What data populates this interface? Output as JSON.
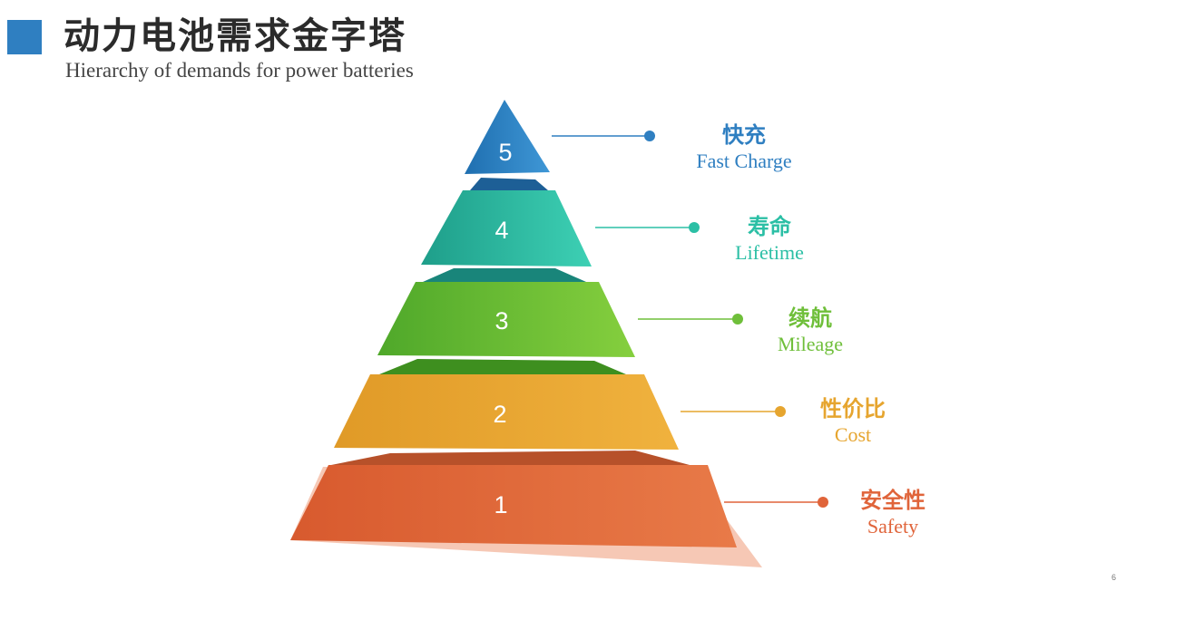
{
  "header": {
    "title": "动力电池需求金字塔",
    "subtitle": "Hierarchy of demands for power batteries",
    "accent_color": "#2f7fc1"
  },
  "tiers": [
    {
      "number": "5",
      "zh": "快充",
      "en": "Fast Charge",
      "color": "#2f7fc1"
    },
    {
      "number": "4",
      "zh": "寿命",
      "en": "Lifetime",
      "color": "#2bbfa5"
    },
    {
      "number": "3",
      "zh": "续航",
      "en": "Mileage",
      "color": "#6fbf3a"
    },
    {
      "number": "2",
      "zh": "性价比",
      "en": "Cost",
      "color": "#e6a52f"
    },
    {
      "number": "1",
      "zh": "安全性",
      "en": "Safety",
      "color": "#e0643a"
    }
  ],
  "page_number": "6"
}
